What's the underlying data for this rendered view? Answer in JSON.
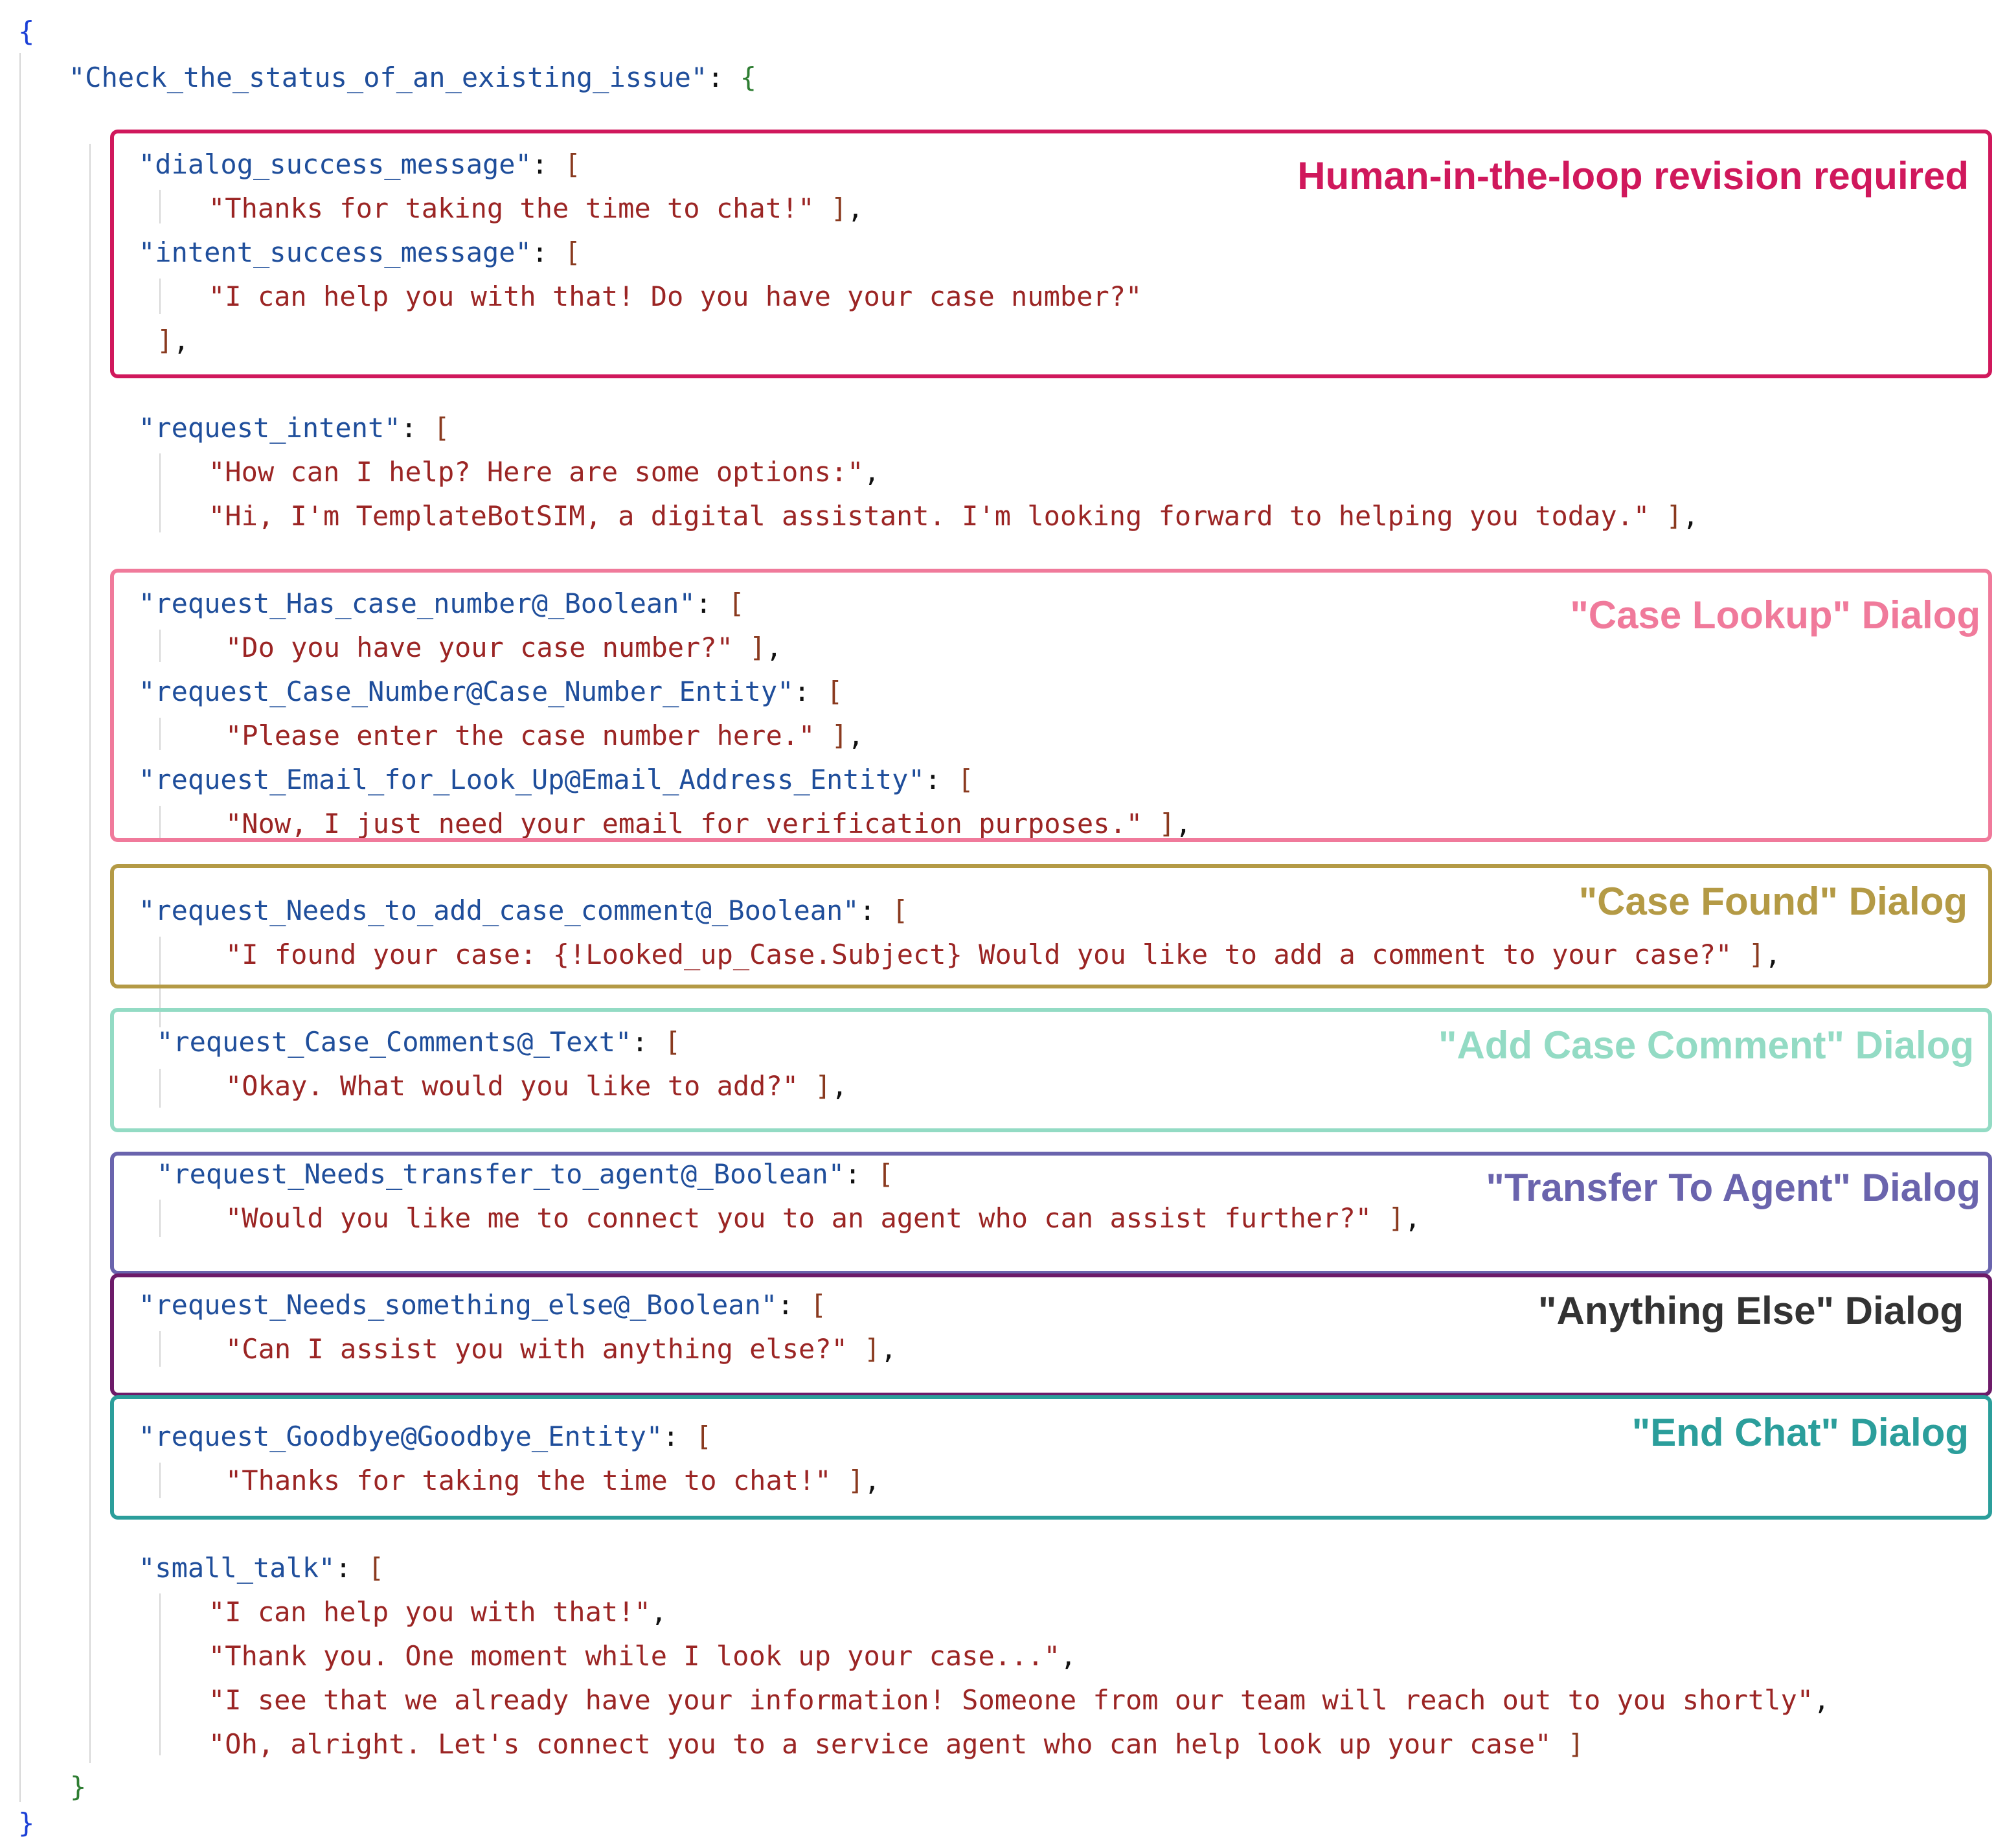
{
  "colors": {
    "human_loop": "#d0185c",
    "case_lookup": "#f07a9b",
    "case_found": "#b49a45",
    "add_comment": "#93dbc4",
    "transfer_agent": "#6a64ad",
    "anything_else": "#6d1b69",
    "end_chat": "#2b9e9b"
  },
  "json_lines": {
    "open_brace": "{",
    "root_key": "\"Check_the_status_of_an_existing_issue\"",
    "close_brace": "}",
    "close_root": "}"
  },
  "sections": {
    "dialog_success_message": {
      "key": "\"dialog_success_message\"",
      "values": [
        "\"Thanks for taking the time to chat!\""
      ]
    },
    "intent_success_message": {
      "key": "\"intent_success_message\"",
      "values": [
        "\"I can help you with that! Do you have your case number?\""
      ]
    },
    "request_intent": {
      "key": "\"request_intent\"",
      "values": [
        "\"How can I help? Here are some options:\"",
        "\"Hi, I'm TemplateBotSIM, a digital assistant. I'm looking forward to helping you today.\""
      ]
    },
    "request_has_case_number": {
      "key": "\"request_Has_case_number@_Boolean\"",
      "values": [
        "\"Do you have your case number?\""
      ]
    },
    "request_case_number": {
      "key": "\"request_Case_Number@Case_Number_Entity\"",
      "values": [
        "\"Please enter the case number here.\""
      ]
    },
    "request_email": {
      "key": "\"request_Email_for_Look_Up@Email_Address_Entity\"",
      "values": [
        "\"Now, I just need your email for verification purposes.\""
      ]
    },
    "request_needs_comment": {
      "key": "\"request_Needs_to_add_case_comment@_Boolean\"",
      "values": [
        "\"I found your case: {!Looked_up_Case.Subject} Would you like to add a comment to your case?\""
      ]
    },
    "request_case_comments": {
      "key": "\"request_Case_Comments@_Text\"",
      "values": [
        "\"Okay. What would you like to add?\""
      ]
    },
    "request_needs_transfer": {
      "key": "\"request_Needs_transfer_to_agent@_Boolean\"",
      "values": [
        "\"Would you like me to connect you to an agent who can assist further?\""
      ]
    },
    "request_needs_else": {
      "key": "\"request_Needs_something_else@_Boolean\"",
      "values": [
        "\"Can I assist you with anything else?\""
      ]
    },
    "request_goodbye": {
      "key": "\"request_Goodbye@Goodbye_Entity\"",
      "values": [
        "\"Thanks for taking the time to chat!\""
      ]
    },
    "small_talk": {
      "key": "\"small_talk\"",
      "values": [
        "\"I can help you with that!\"",
        "\"Thank you. One moment while I look up your case...\"",
        "\"I see that we already have your information! Someone from our team will reach out to you shortly\"",
        "\"Oh, alright. Let's connect you to a service agent who can help look up your case\""
      ]
    }
  },
  "labels": {
    "human_loop": "Human-in-the-loop revision required",
    "case_lookup": "\"Case Lookup\" Dialog",
    "case_found": "\"Case Found\" Dialog",
    "add_comment": "\"Add Case Comment\" Dialog",
    "transfer_agent": "\"Transfer To Agent\" Dialog",
    "anything_else": "\"Anything Else\" Dialog",
    "end_chat": "\"End Chat\" Dialog"
  }
}
